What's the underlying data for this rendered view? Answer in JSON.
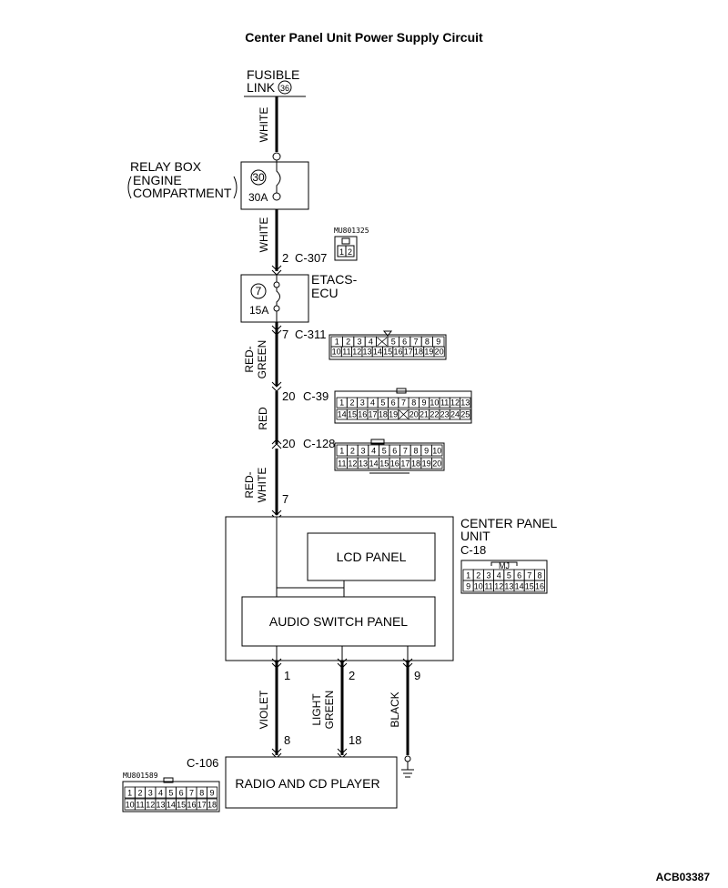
{
  "title": "Center Panel Unit Power Supply Circuit",
  "fusible_link": {
    "label_line1": "FUSIBLE",
    "label_line2": "LINK",
    "number": "36"
  },
  "relay_box": {
    "line1": "RELAY BOX",
    "line2": "ENGINE",
    "line3": "COMPARTMENT",
    "fuse_number": "30",
    "fuse_rating": "30A"
  },
  "etacs": {
    "line1": "ETACS-",
    "line2": "ECU",
    "fuse_number": "7",
    "fuse_rating": "15A"
  },
  "wires": {
    "white1": "WHITE",
    "white2": "WHITE",
    "red_green_1": "RED-",
    "red_green_2": "GREEN",
    "red": "RED",
    "red_white_1": "RED-",
    "red_white_2": "WHITE",
    "violet": "VIOLET",
    "light_green_1": "LIGHT",
    "light_green_2": "GREEN",
    "black": "BLACK"
  },
  "connectors": {
    "c307": {
      "pin": "2",
      "name": "C-307",
      "part": "MU801325",
      "pins": [
        "1",
        "2"
      ]
    },
    "c311": {
      "pin": "7",
      "name": "C-311",
      "row1": [
        "1",
        "2",
        "3",
        "4",
        "",
        "5",
        "6",
        "7",
        "8",
        "9"
      ],
      "row2": [
        "10",
        "11",
        "12",
        "13",
        "14",
        "15",
        "16",
        "17",
        "18",
        "19",
        "20"
      ]
    },
    "c39": {
      "pin": "20",
      "name": "C-39",
      "row1": [
        "1",
        "2",
        "3",
        "4",
        "5",
        "6",
        "7",
        "8",
        "9",
        "10",
        "11",
        "12",
        "13"
      ],
      "row2": [
        "14",
        "15",
        "16",
        "17",
        "18",
        "19",
        "",
        "20",
        "21",
        "22",
        "23",
        "24",
        "25"
      ]
    },
    "c128": {
      "pin": "20",
      "name": "C-128",
      "row1": [
        "1",
        "2",
        "3",
        "4",
        "5",
        "6",
        "7",
        "8",
        "9",
        "10"
      ],
      "row2": [
        "11",
        "12",
        "13",
        "14",
        "15",
        "16",
        "17",
        "18",
        "19",
        "20"
      ]
    },
    "c18": {
      "name": "C-18",
      "key": "MJ",
      "row1": [
        "1",
        "2",
        "3",
        "4",
        "5",
        "6",
        "7",
        "8"
      ],
      "row2": [
        "9",
        "10",
        "11",
        "12",
        "13",
        "14",
        "15",
        "16"
      ]
    },
    "c106": {
      "name": "C-106",
      "part": "MU801589",
      "row1": [
        "1",
        "2",
        "3",
        "4",
        "5",
        "6",
        "7",
        "8",
        "9"
      ],
      "row2": [
        "10",
        "11",
        "12",
        "13",
        "14",
        "15",
        "16",
        "17",
        "18"
      ]
    }
  },
  "center_panel": {
    "line1": "CENTER PANEL",
    "line2": "UNIT",
    "input_pin": "7",
    "lcd": "LCD PANEL",
    "audio": "AUDIO SWITCH PANEL",
    "out_pins": [
      "1",
      "2",
      "9"
    ]
  },
  "radio": {
    "label": "RADIO AND CD PLAYER",
    "pins": [
      "8",
      "18"
    ]
  },
  "doc_code": "ACB03387"
}
